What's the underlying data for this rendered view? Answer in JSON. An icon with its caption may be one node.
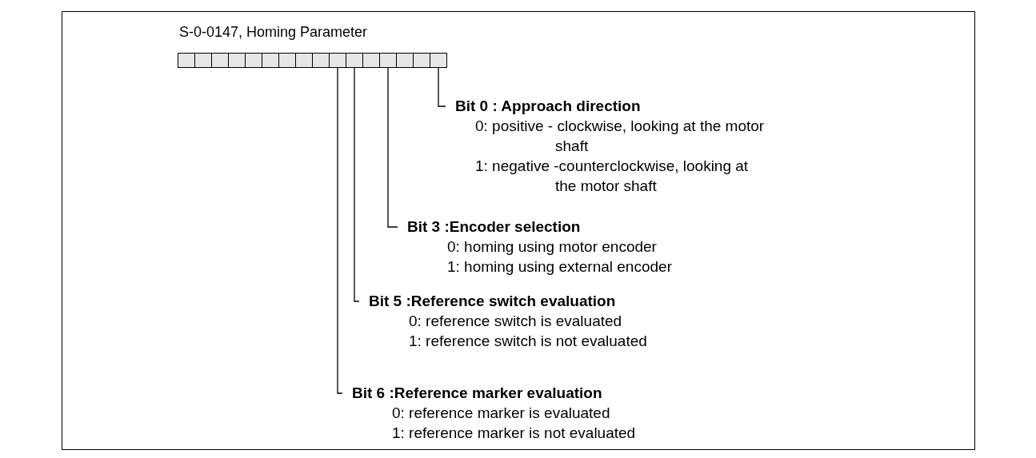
{
  "diagram": {
    "title": "S-0-0147, Homing Parameter",
    "nodes": [
      {
        "text": [],
        "shape": "box"
      },
      {
        "text": [],
        "shape": "box"
      },
      {
        "text": [],
        "shape": "box"
      },
      {
        "text": [],
        "shape": "box"
      },
      {
        "text": [],
        "shape": "box"
      },
      {
        "text": [],
        "shape": "box"
      },
      {
        "text": [],
        "shape": "box"
      },
      {
        "text": [],
        "shape": "box"
      },
      {
        "text": [],
        "shape": "box"
      },
      {
        "text": [],
        "shape": "box"
      },
      {
        "text": [],
        "shape": "box"
      },
      {
        "text": [],
        "shape": "box"
      },
      {
        "text": [],
        "shape": "box"
      },
      {
        "text": [],
        "shape": "box"
      },
      {
        "text": [],
        "shape": "box"
      },
      {
        "text": [],
        "shape": "box"
      },
      {
        "text": [
          "Bit 0 : Approach direction",
          "0: positive - clockwise, looking at the motor shaft",
          "1: negative -counterclockwise, looking at the motor shaft"
        ]
      },
      {
        "text": [
          "Bit 3 :Encoder selection",
          "0: homing using motor encoder",
          "1: homing using external encoder"
        ]
      },
      {
        "text": [
          "Bit 5 :Reference switch evaluation",
          "0: reference switch is evaluated",
          "1: reference switch is not evaluated"
        ]
      },
      {
        "text": [
          "Bit 6 :Reference marker evaluation",
          "0: reference marker is evaluated",
          "1: reference marker is not evaluated"
        ]
      }
    ],
    "edges": [
      {
        "from": 16,
        "to": 15,
        "arrow": "none"
      },
      {
        "from": 17,
        "to": 12,
        "arrow": "none"
      },
      {
        "from": 18,
        "to": 10,
        "arrow": "none"
      },
      {
        "from": 19,
        "to": 9,
        "arrow": "none"
      }
    ]
  }
}
